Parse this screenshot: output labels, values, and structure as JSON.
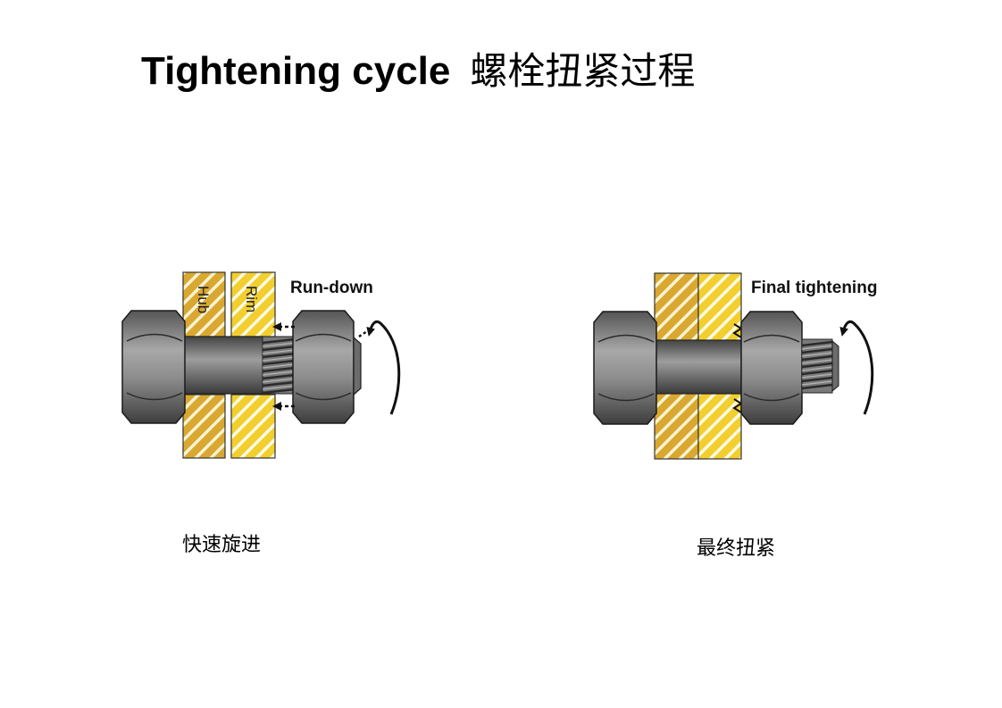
{
  "title": {
    "en": "Tightening cycle",
    "cn": "螺栓扭紧过程"
  },
  "left": {
    "stage_label": "Run-down",
    "plate1_label": "Hub",
    "plate2_label": "Rim",
    "caption": "快速旋进"
  },
  "right": {
    "stage_label": "Final tightening",
    "caption": "最终扭紧"
  },
  "colors": {
    "hub": "#d9a830",
    "rim": "#f2cf2f",
    "steel_dark": "#4a4a4a",
    "steel_light": "#9a9a9a"
  }
}
